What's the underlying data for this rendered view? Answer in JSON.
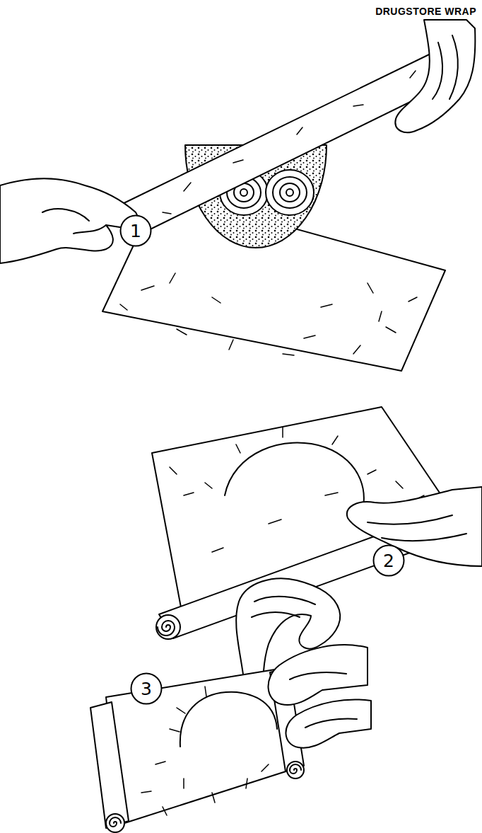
{
  "diagram": {
    "nodes": [
      {
        "text": [
          "1"
        ]
      },
      {
        "text": [
          "2"
        ]
      },
      {
        "text": [
          "3"
        ]
      }
    ],
    "labels": [
      "DRUGSTORE WRAP"
    ]
  }
}
